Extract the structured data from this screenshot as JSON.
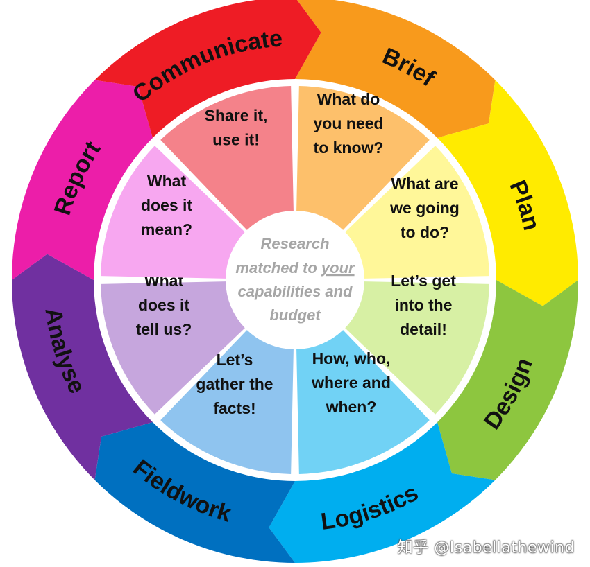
{
  "wheel": {
    "stages": [
      {
        "label": "Brief",
        "color": "#f89a1c"
      },
      {
        "label": "Plan",
        "color": "#ffeb00"
      },
      {
        "label": "Design",
        "color": "#8dc63f"
      },
      {
        "label": "Logistics",
        "color": "#00aeef"
      },
      {
        "label": "Fieldwork",
        "color": "#0070c0"
      },
      {
        "label": "Analyse",
        "color": "#7030a0"
      },
      {
        "label": "Report",
        "color": "#ec1ea9"
      },
      {
        "label": "Communicate",
        "color": "#ee1c25"
      }
    ],
    "questions": [
      {
        "lines": [
          "What do",
          "you need",
          "to know?"
        ],
        "color": "#fdc06b"
      },
      {
        "lines": [
          "What are",
          "we going",
          "to do?"
        ],
        "color": "#fff799"
      },
      {
        "lines": [
          "Let’s get",
          "into the",
          "detail!"
        ],
        "color": "#d7f0a4"
      },
      {
        "lines": [
          "How, who,",
          "where and",
          "when?"
        ],
        "color": "#71d2f5"
      },
      {
        "lines": [
          "Let’s",
          "gather the",
          "facts!"
        ],
        "color": "#8fc4ef"
      },
      {
        "lines": [
          "What",
          "does it",
          "tell us?"
        ],
        "color": "#c6a6dd"
      },
      {
        "lines": [
          "What",
          "does it",
          "mean?"
        ],
        "color": "#f7a7f0"
      },
      {
        "lines": [
          "Share it,",
          "use it!"
        ],
        "color": "#f4828a"
      }
    ],
    "center": {
      "line1": "Research",
      "line2_prefix": "matched to ",
      "line2_emphasis": "your",
      "line3": "capabilities and",
      "line4": "budget"
    }
  },
  "watermark": "知乎 @Isabellathewind"
}
